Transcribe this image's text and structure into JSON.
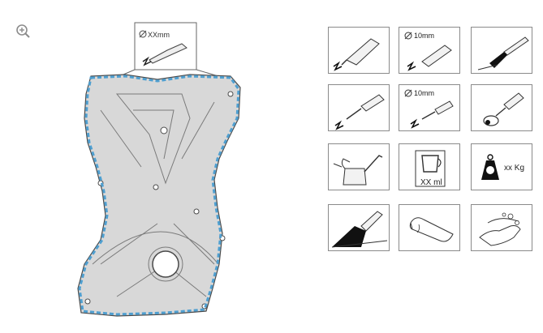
{
  "zoom": {
    "icon": "zoom-in-icon"
  },
  "figure": {
    "callout_label": "XXmm",
    "bead_colors": {
      "outline": "#4a4a4a",
      "bead": "#4f9fd0",
      "body": "#d8d8d8"
    }
  },
  "tools": [
    {
      "name": "sealant-tube-icon",
      "label": ""
    },
    {
      "name": "sealant-tube-10mm-icon",
      "label": "10mm"
    },
    {
      "name": "paint-brush-icon",
      "label": ""
    },
    {
      "name": "sealant-nozzle-icon",
      "label": ""
    },
    {
      "name": "sealant-nozzle-10mm-icon",
      "label": "10mm"
    },
    {
      "name": "roller-icon",
      "label": ""
    },
    {
      "name": "oil-can-icon",
      "label": ""
    },
    {
      "name": "measuring-jug-icon",
      "label": "XX ml"
    },
    {
      "name": "weight-icon",
      "label": "xx Kg"
    },
    {
      "name": "scraper-icon",
      "label": ""
    },
    {
      "name": "cloth-icon",
      "label": ""
    },
    {
      "name": "hand-cleaning-icon",
      "label": ""
    }
  ]
}
